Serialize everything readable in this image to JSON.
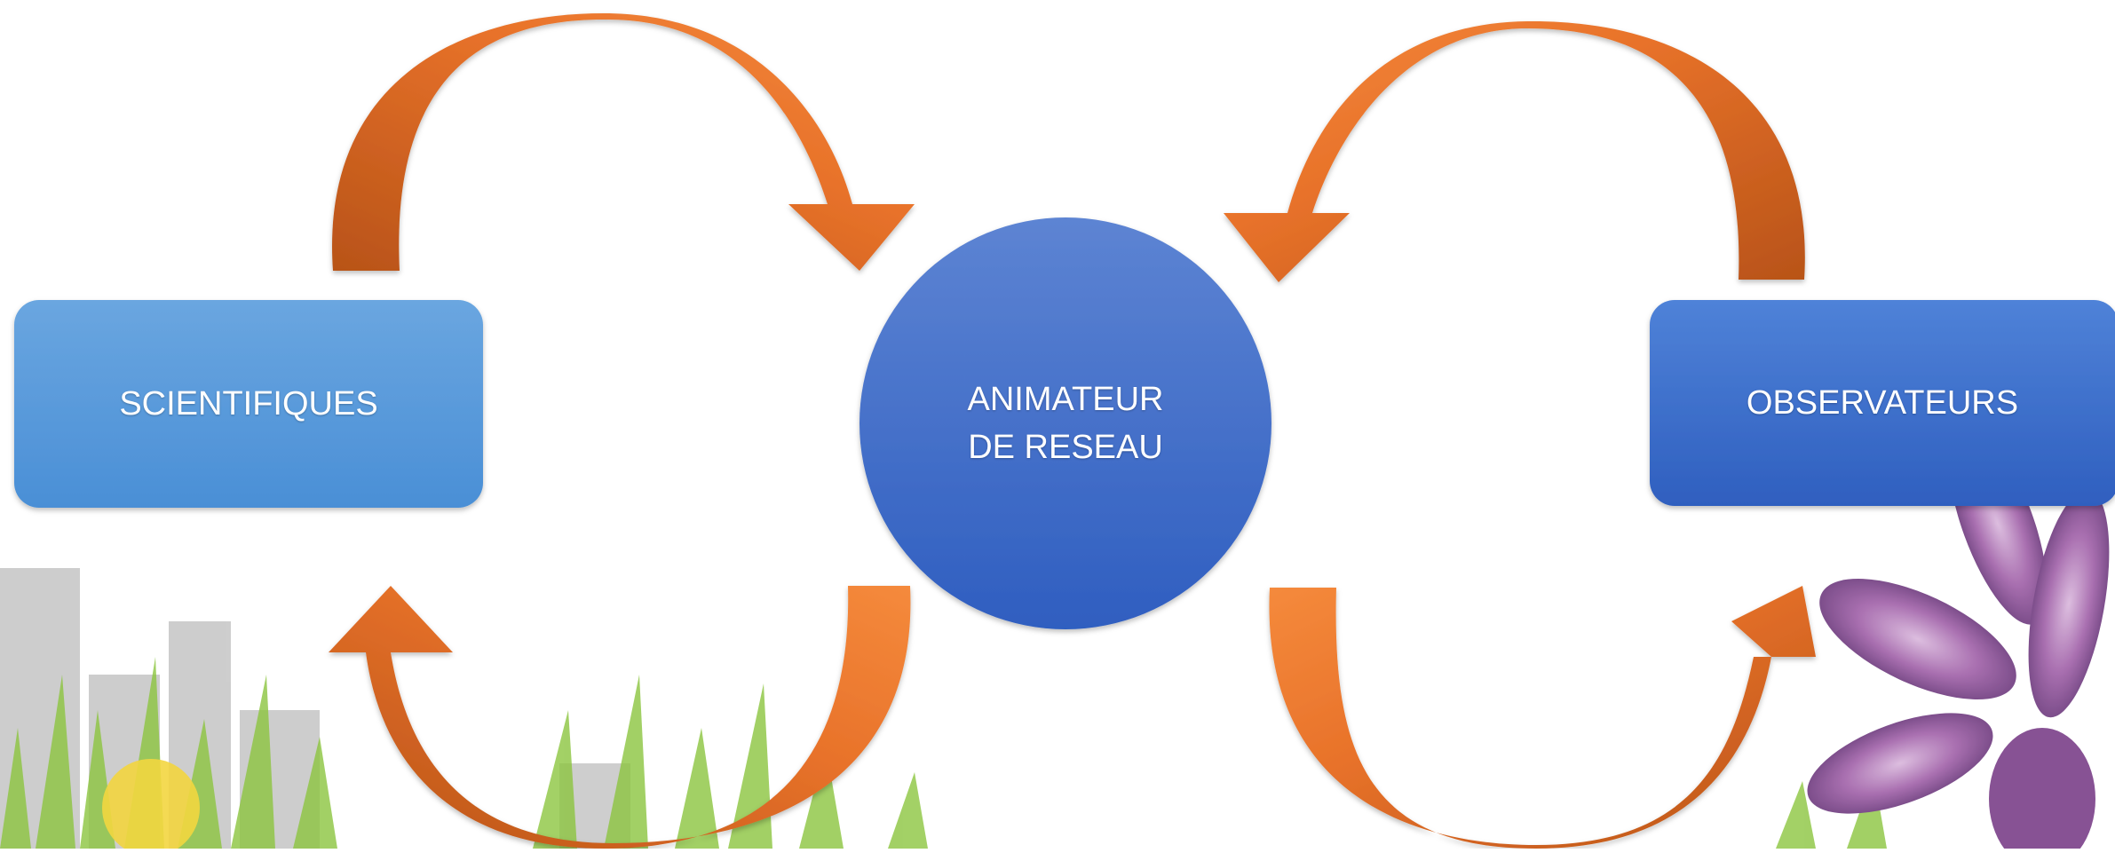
{
  "diagram": {
    "nodes": {
      "left": {
        "label": "SCIENTIFIQUES"
      },
      "center": {
        "line1": "ANIMATEUR",
        "line2": "DE RESEAU"
      },
      "right": {
        "label": "OBSERVATEURS"
      }
    },
    "colors": {
      "box_left_top": "#6aa6e0",
      "box_left_bottom": "#4a90d6",
      "box_right_top": "#4c7fd6",
      "box_right_bottom": "#2e5fbf",
      "circle_top": "#5b82d2",
      "circle_bottom": "#2f5fbf",
      "arrow_light": "#f58a3c",
      "arrow_dark": "#b85318",
      "grass": "#7fbf2a",
      "flower": "#a060a8"
    }
  }
}
